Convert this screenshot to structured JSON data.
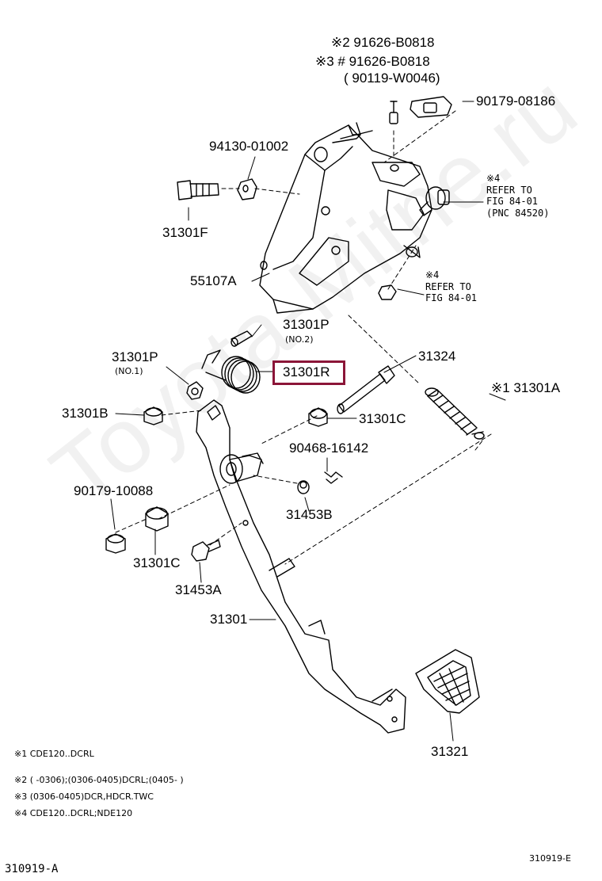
{
  "watermark": "Toyota-Mitne.ru",
  "part_labels": {
    "p91626_2": "※2 91626-B0818",
    "p91626_3": "※3 # 91626-B0818",
    "p90119": "( 90119-W0046)",
    "p90179_08186": "90179-08186",
    "p94130": "94130-01002",
    "p31301F": "31301F",
    "refer_top_note": "※4",
    "refer_top_1": "REFER TO",
    "refer_top_2": "FIG 84-01",
    "refer_top_3": "(PNC 84520)",
    "p55107A": "55107A",
    "refer_mid_note": "※4",
    "refer_mid_1": "REFER TO",
    "refer_mid_2": "FIG 84-01",
    "p31301P_no2": "31301P",
    "no2": "(NO.2)",
    "p31301P_no1": "31301P",
    "no1": "(NO.1)",
    "p31301R": "31301R",
    "p31324": "31324",
    "p31301A": "※1 31301A",
    "p31301B": "31301B",
    "p31301C_r": "31301C",
    "p90468": "90468-16142",
    "p90179_10088": "90179-10088",
    "p31453B": "31453B",
    "p31301C_l": "31301C",
    "p31453A": "31453A",
    "p31301": "31301",
    "p31321": "31321"
  },
  "notes": {
    "n1": "※1 CDE120..DCRL",
    "n2": "※2 (    -0306);(0306-0405)DCRL;(0405-      )",
    "n3": "※3 (0306-0405)DCR,HDCR.TWC",
    "n4": "※4 CDE120..DCRL;NDE120"
  },
  "figure_id_left": "310919-A",
  "figure_id_right": "310919-E",
  "highlight_color": "#8b1538"
}
